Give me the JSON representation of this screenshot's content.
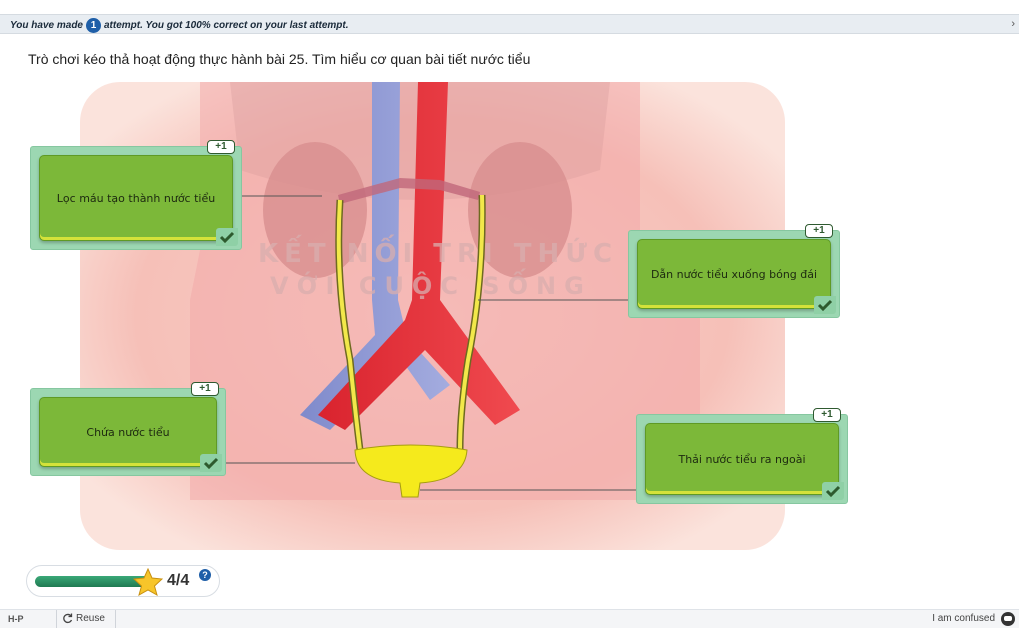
{
  "attempt_bar": {
    "prefix": "You have made",
    "attempt_count": "1",
    "suffix": "attempt. You got 100% correct on your last attempt.",
    "close_glyph": "›"
  },
  "task": {
    "title": "Trò chơi kéo thả hoạt động thực hành bài 25. Tìm hiểu cơ quan bài tiết nước tiểu"
  },
  "diagram": {
    "watermark_line1": "KẾT NỐI TRI THỨC",
    "watermark_line2": "VỚI CUỘC SỐNG",
    "colors": {
      "background": "#f7c6bf",
      "vein": "#8f9ad6",
      "artery": "#e8303a",
      "ureter": "#f2e84a",
      "kidney": "#d98f8f",
      "bladder": "#f5ea1c"
    }
  },
  "drop_zones": [
    {
      "label": "Lọc máu tạo thành nước tiểu",
      "badge": "+1",
      "status_icon": "check-icon",
      "correct": true
    },
    {
      "label": "Dẫn nước tiểu xuống bóng đái",
      "badge": "+1",
      "status_icon": "check-icon",
      "correct": true
    },
    {
      "label": "Chứa nước tiểu",
      "badge": "+1",
      "status_icon": "check-icon",
      "correct": true
    },
    {
      "label": "Thải nước tiểu ra ngoài",
      "badge": "+1",
      "status_icon": "check-icon",
      "correct": true
    }
  ],
  "score": {
    "text": "4/4",
    "progress": 1.0,
    "help_glyph": "?",
    "star_icon": "star-icon"
  },
  "footer": {
    "h5p_label": "H-P",
    "reuse_label": "Reuse",
    "confused_label": "I am confused"
  }
}
